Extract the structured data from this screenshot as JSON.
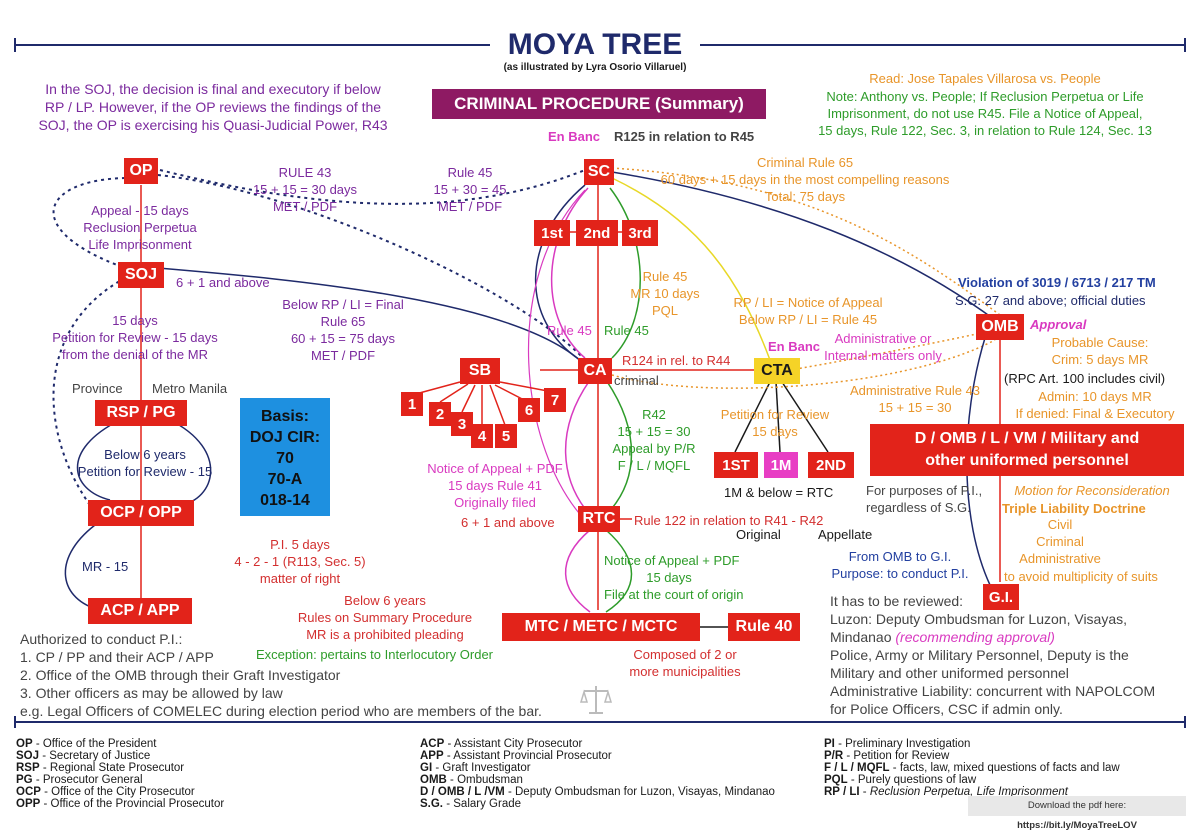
{
  "header": {
    "title": "MOYA TREE",
    "subtitle": "(as illustrated by Lyra Osorio Villaruel)",
    "banner": "CRIMINAL  PROCEDURE (Summary)"
  },
  "nodes": {
    "op": "OP",
    "soj": "SOJ",
    "rsp": "RSP / PG",
    "ocp": "OCP / OPP",
    "acp": "ACP / APP",
    "sc": "SC",
    "div1": "1st",
    "div2": "2nd",
    "div3": "3rd",
    "ca": "CA",
    "sb": "SB",
    "sb1": "1",
    "sb2": "2",
    "sb3": "3",
    "sb4": "4",
    "sb5": "5",
    "sb6": "6",
    "sb7": "7",
    "rtc": "RTC",
    "mtc": "MTC / METC / MCTC",
    "rule40": "Rule 40",
    "cta": "CTA",
    "cta1st": "1ST",
    "cta1m": "1M",
    "cta2nd": "2ND",
    "omb": "OMB",
    "dom": [
      "D / OMB / L / VM / Military and",
      "other uniformed personnel"
    ],
    "gi": "G.I."
  },
  "basis": {
    "title": "Basis:",
    "lines": [
      "DOJ CIR:",
      "70",
      "70-A",
      "018-14"
    ]
  },
  "notes": {
    "soj_final": [
      "In the SOJ, the decision is final and executory if below",
      "RP / LP. However, if the OP reviews the findings of the",
      "SOJ, the OP is exercising his Quasi-Judicial Power, R43"
    ],
    "appeal15": [
      "Appeal - 15 days",
      "Reclusion Perpetua",
      "Life Imprisonment"
    ],
    "rule43": [
      "RULE 43",
      "15 + 15 = 30 days",
      "MET / PDF"
    ],
    "rule45": [
      "Rule 45",
      "15 + 30 = 45",
      "MET / PDF"
    ],
    "sixone": "6 + 1 and above",
    "belowrp": [
      "Below RP / LI = Final",
      "Rule 65",
      "60 + 15 = 75 days",
      "MET / PDF"
    ],
    "petreview": [
      "15 days",
      "Petition for Review - 15 days",
      "from the denial of the MR"
    ],
    "province": "Province",
    "metro": "Metro Manila",
    "below6": [
      "Below 6 years",
      "Petition for Review - 15"
    ],
    "mr15": "MR - 15",
    "pi5": [
      "P.I. 5 days",
      "4 - 2 - 1  (R113, Sec. 5)",
      "matter of right"
    ],
    "enbanc_sc": "En Banc",
    "r125": "R125 in relation to R45",
    "crimrule65": [
      "Criminal Rule 65",
      "60 days + 15 days in the most compelling reasons",
      "Total: 75 days"
    ],
    "read": [
      "Read: Jose Tapales Villarosa vs. People"
    ],
    "note_anthony": [
      "Note: Anthony vs. People; If Reclusion Perpetua or Life",
      "Imprisonment, do not use R45. File a Notice of Appeal,",
      "15 days, Rule 122, Sec. 3, in relation to Rule 124, Sec. 13"
    ],
    "r45mr": [
      "Rule 45",
      "MR 10 days",
      "PQL"
    ],
    "rpli_notice": [
      "RP / LI = Notice of Appeal",
      "Below RP / LI = Rule 45"
    ],
    "rule45a": "Rule 45",
    "rule45b": "Rule 45",
    "enbanc_cta": "En Banc",
    "admin_internal": [
      "Administrative or",
      "Internal matters only"
    ],
    "r124": "R124 in rel. to R44",
    "criminal": "criminal",
    "violation": "Violation of 3019 / 6713 / 217 TM",
    "sg27": "S.G. 27 and above; official duties",
    "approval": "Approval",
    "probable": [
      "Probable Cause:",
      "Crim: 5 days MR"
    ],
    "rpcart": "(RPC Art. 100 includes civil)",
    "admin10": [
      "Admin: 10 days MR",
      "If denied: Final & Executory"
    ],
    "adminrule43": [
      "Administrative Rule 43",
      "15 + 15 = 30"
    ],
    "petcta": [
      "Petition for Review",
      "15 days"
    ],
    "r42": [
      "R42",
      "15 + 15 = 30",
      "Appeal by P/R",
      "F / L / MQFL"
    ],
    "notice_rtc": [
      "Notice of Appeal + PDF",
      "15 days  Rule 41",
      "Originally filed"
    ],
    "sixone2": "6 + 1 and above",
    "rule122": "Rule 122 in relation to R41 - R42",
    "original": "Original",
    "appellate": "Appellate",
    "onem_below": "1M & below = RTC",
    "purposes": [
      "For purposes of P.I.,",
      "regardless of S.G."
    ],
    "mfr": "Motion for Reconsideration",
    "triple": "Triple Liability Doctrine",
    "civil": [
      "Civil",
      "Criminal",
      "Administrative"
    ],
    "multiplicity": "to avoid multiplicity of suits",
    "from_omb": [
      "From OMB to G.I.",
      "Purpose: to conduct P.I."
    ],
    "notice_mtc": [
      "Notice of Appeal + PDF",
      "15 days",
      "File at the court of origin"
    ],
    "summary": [
      "Below 6 years",
      "Rules on Summary Procedure",
      "MR is a prohibited pleading"
    ],
    "exception": "Exception: pertains to Interlocutory Order",
    "composed": [
      "Composed of 2 or",
      "more municipalities"
    ],
    "authorized": [
      "Authorized to conduct P.I.:",
      "1.  CP / PP and their ACP / APP",
      "2.  Office of the  OMB through their Graft Investigator",
      "3.  Other officers as may be allowed by law",
      "e.g. Legal Officers of COMELEC during election period who are members of the bar."
    ],
    "reviewed": [
      "It has to be reviewed:",
      "Luzon: Deputy Ombudsman for Luzon, Visayas,",
      "Mindanao"
    ],
    "recommending": "(recommending approval)",
    "police": [
      "Police, Army or Military Personnel, Deputy is the",
      "Military and other uniformed personnel",
      "Administrative Liability: concurrent with NAPOLCOM",
      "for Police Officers, CSC if admin only."
    ]
  },
  "legend": {
    "col1": [
      [
        "OP",
        "Office of the President"
      ],
      [
        "SOJ",
        "Secretary of Justice"
      ],
      [
        "RSP",
        "Regional State Prosecutor"
      ],
      [
        "PG",
        "Prosecutor General"
      ],
      [
        "OCP",
        "Office of the City Prosecutor"
      ],
      [
        "OPP",
        "Office of the Provincial Prosecutor"
      ]
    ],
    "col2": [
      [
        "ACP",
        "Assistant City Prosecutor"
      ],
      [
        "APP",
        "Assistant Provincial Prosecutor"
      ],
      [
        "GI",
        "Graft Investigator"
      ],
      [
        "OMB",
        "Ombudsman"
      ],
      [
        "D / OMB / L /VM",
        "Deputy Ombudsman for Luzon, Visayas, Mindanao"
      ],
      [
        "S.G.",
        "Salary Grade"
      ]
    ],
    "col3": [
      [
        "PI",
        "Preliminary Investigation"
      ],
      [
        "P/R",
        "Petition for Review"
      ],
      [
        "F / L / MQFL",
        "facts, law, mixed questions of facts and law"
      ],
      [
        "PQL",
        "Purely questions of law"
      ],
      [
        "RP / LI",
        "Reclusion Perpetua, Life Imprisonment"
      ]
    ],
    "download_label": "Download the pdf here:",
    "download_url": "https://bit.ly/MoyaTreeLOV"
  },
  "colors": {
    "red": "#e2231a",
    "navy": "#1f2a6b",
    "purple": "#7b2a9e",
    "orange": "#e8952a",
    "green": "#2e9c2a",
    "pink": "#d93ac0",
    "banner": "#8e1a63",
    "blue": "#1e90e0",
    "yellow": "#f5d327"
  },
  "icons": {
    "scale": "scales-of-justice-icon"
  }
}
